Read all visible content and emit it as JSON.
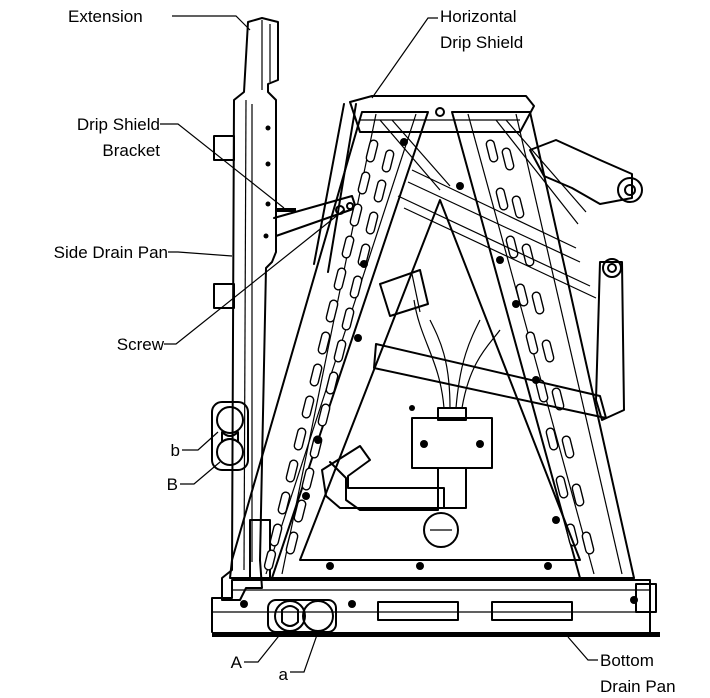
{
  "labels": {
    "extension": "Extension",
    "horizontal_drip_shield_1": "Horizontal",
    "horizontal_drip_shield_2": "Drip Shield",
    "drip_shield_bracket_1": "Drip Shield",
    "drip_shield_bracket_2": "Bracket",
    "side_drain_pan": "Side Drain Pan",
    "screw": "Screw",
    "b_lower": "b",
    "B_upper": "B",
    "A_upper": "A",
    "a_lower": "a",
    "bottom_drain_pan_1": "Bottom",
    "bottom_drain_pan_2": "Drain Pan"
  },
  "colors": {
    "line": "#000000",
    "background": "#ffffff"
  }
}
